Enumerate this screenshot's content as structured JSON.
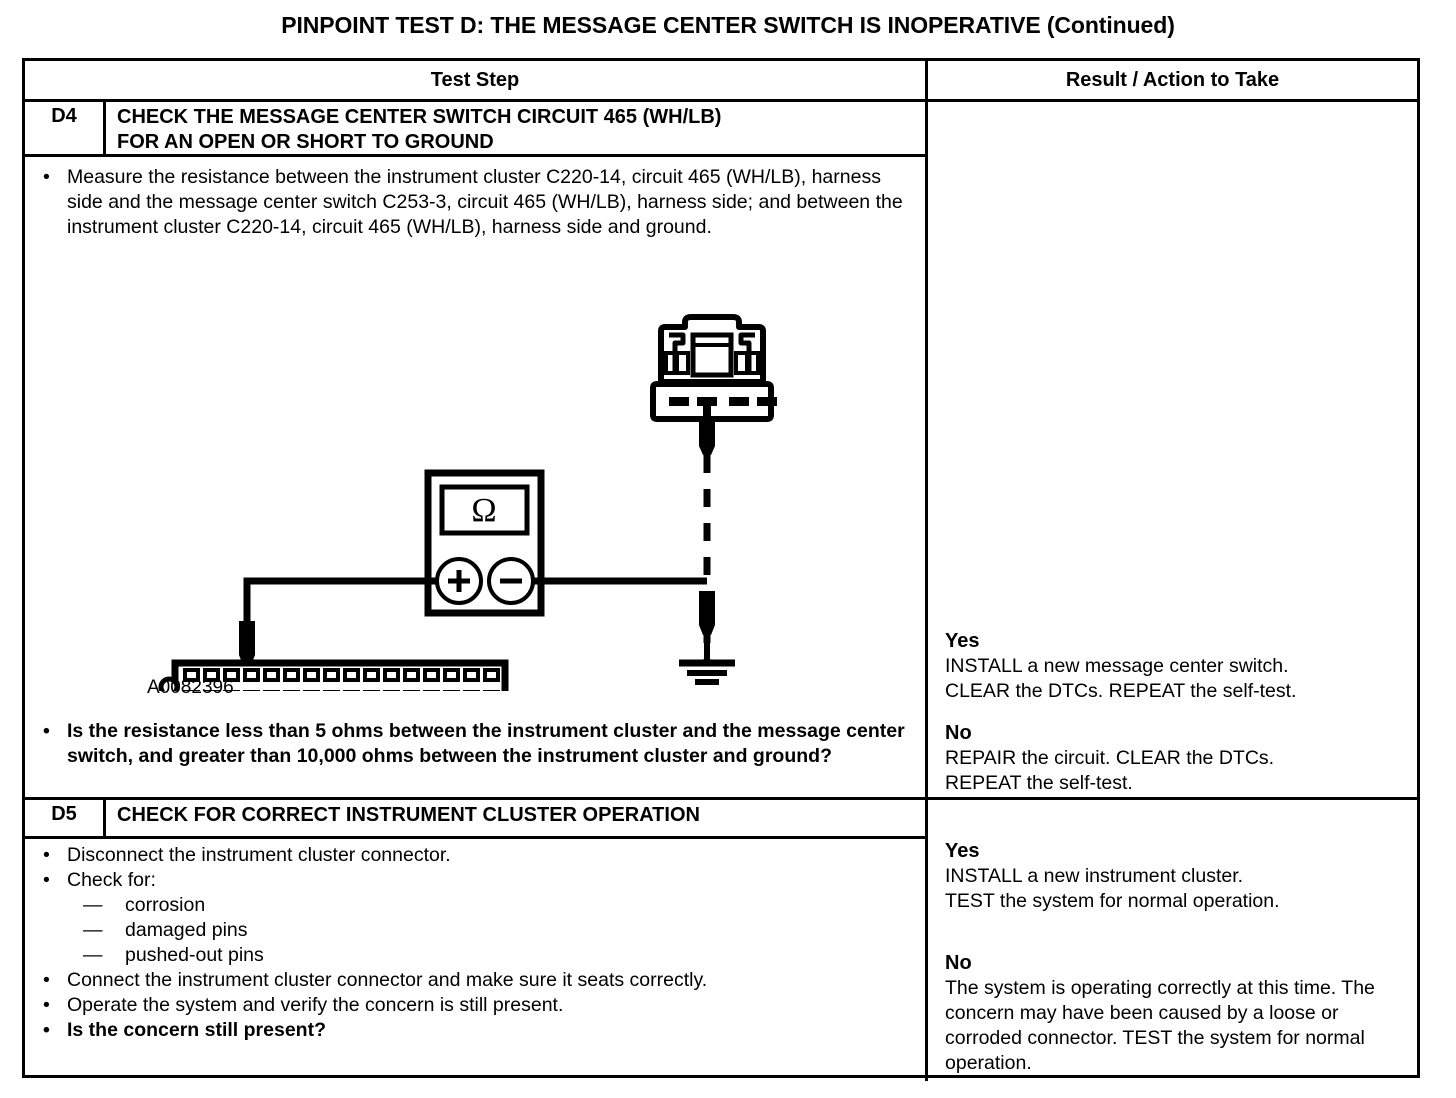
{
  "document": {
    "title": "PINPOINT TEST D: THE MESSAGE CENTER SWITCH IS INOPERATIVE (Continued)"
  },
  "table": {
    "headers": {
      "test_step": "Test Step",
      "result_action": "Result / Action to Take"
    },
    "steps": [
      {
        "id": "D4",
        "title": "CHECK THE MESSAGE CENTER SWITCH CIRCUIT 465 (WH/LB) FOR AN OPEN OR SHORT TO GROUND",
        "title_line1": "CHECK THE MESSAGE CENTER SWITCH CIRCUIT 465 (WH/LB)",
        "title_line2": "FOR AN OPEN OR SHORT TO GROUND",
        "bullets": [
          {
            "marker": "•",
            "bold": false,
            "text": "Measure the resistance between the instrument cluster C220-14, circuit 465 (WH/LB), harness side and the message center switch C253-3, circuit 465 (WH/LB), harness side; and between the instrument cluster C220-14, circuit 465 (WH/LB), harness side and ground."
          }
        ],
        "question": {
          "marker": "•",
          "bold": true,
          "text": "Is the resistance less than 5 ohms between the instrument cluster and the message center switch, and greater than 10,000 ohms between the instrument cluster and ground?"
        },
        "figure": {
          "caption": "A0082396",
          "meter_symbol": "Ω",
          "meter_positive": "+",
          "meter_negative": "−",
          "top_connector_name": "message-center-switch-connector-C253",
          "top_connector_terminals": 4,
          "bottom_connector_name": "instrument-cluster-connector-C220",
          "bottom_connector_pin_rows": 2,
          "bottom_connector_pins_per_row": 16,
          "ground_symbol_bars": 3
        },
        "results": [
          {
            "label": "Yes",
            "lines": [
              "INSTALL a new message center switch.",
              "CLEAR the DTCs. REPEAT the self-test."
            ]
          },
          {
            "label": "No",
            "lines": [
              "REPAIR the circuit. CLEAR the DTCs.",
              "REPEAT the self-test."
            ]
          }
        ]
      },
      {
        "id": "D5",
        "title": "CHECK FOR CORRECT INSTRUMENT CLUSTER OPERATION",
        "bullets": [
          {
            "marker": "•",
            "bold": false,
            "text": "Disconnect the instrument cluster connector."
          },
          {
            "marker": "•",
            "bold": false,
            "text": "Check for:"
          },
          {
            "marker": "—",
            "bold": false,
            "sub": true,
            "text": "corrosion"
          },
          {
            "marker": "—",
            "bold": false,
            "sub": true,
            "text": "damaged pins"
          },
          {
            "marker": "—",
            "bold": false,
            "sub": true,
            "text": "pushed-out pins"
          },
          {
            "marker": "•",
            "bold": false,
            "text": "Connect the instrument cluster connector and make sure it seats correctly."
          },
          {
            "marker": "•",
            "bold": false,
            "text": "Operate the system and verify the concern is still present."
          },
          {
            "marker": "•",
            "bold": true,
            "text": "Is the concern still present?"
          }
        ],
        "results": [
          {
            "label": "Yes",
            "lines": [
              "INSTALL a new instrument cluster.",
              "TEST the system for normal operation."
            ]
          },
          {
            "label": "No",
            "lines": [
              "The system is operating correctly at this time. The concern may have been caused by a loose or corroded connector. TEST the system for normal operation."
            ]
          }
        ]
      }
    ]
  },
  "colors": {
    "ink": "#000000",
    "paper": "#ffffff"
  }
}
